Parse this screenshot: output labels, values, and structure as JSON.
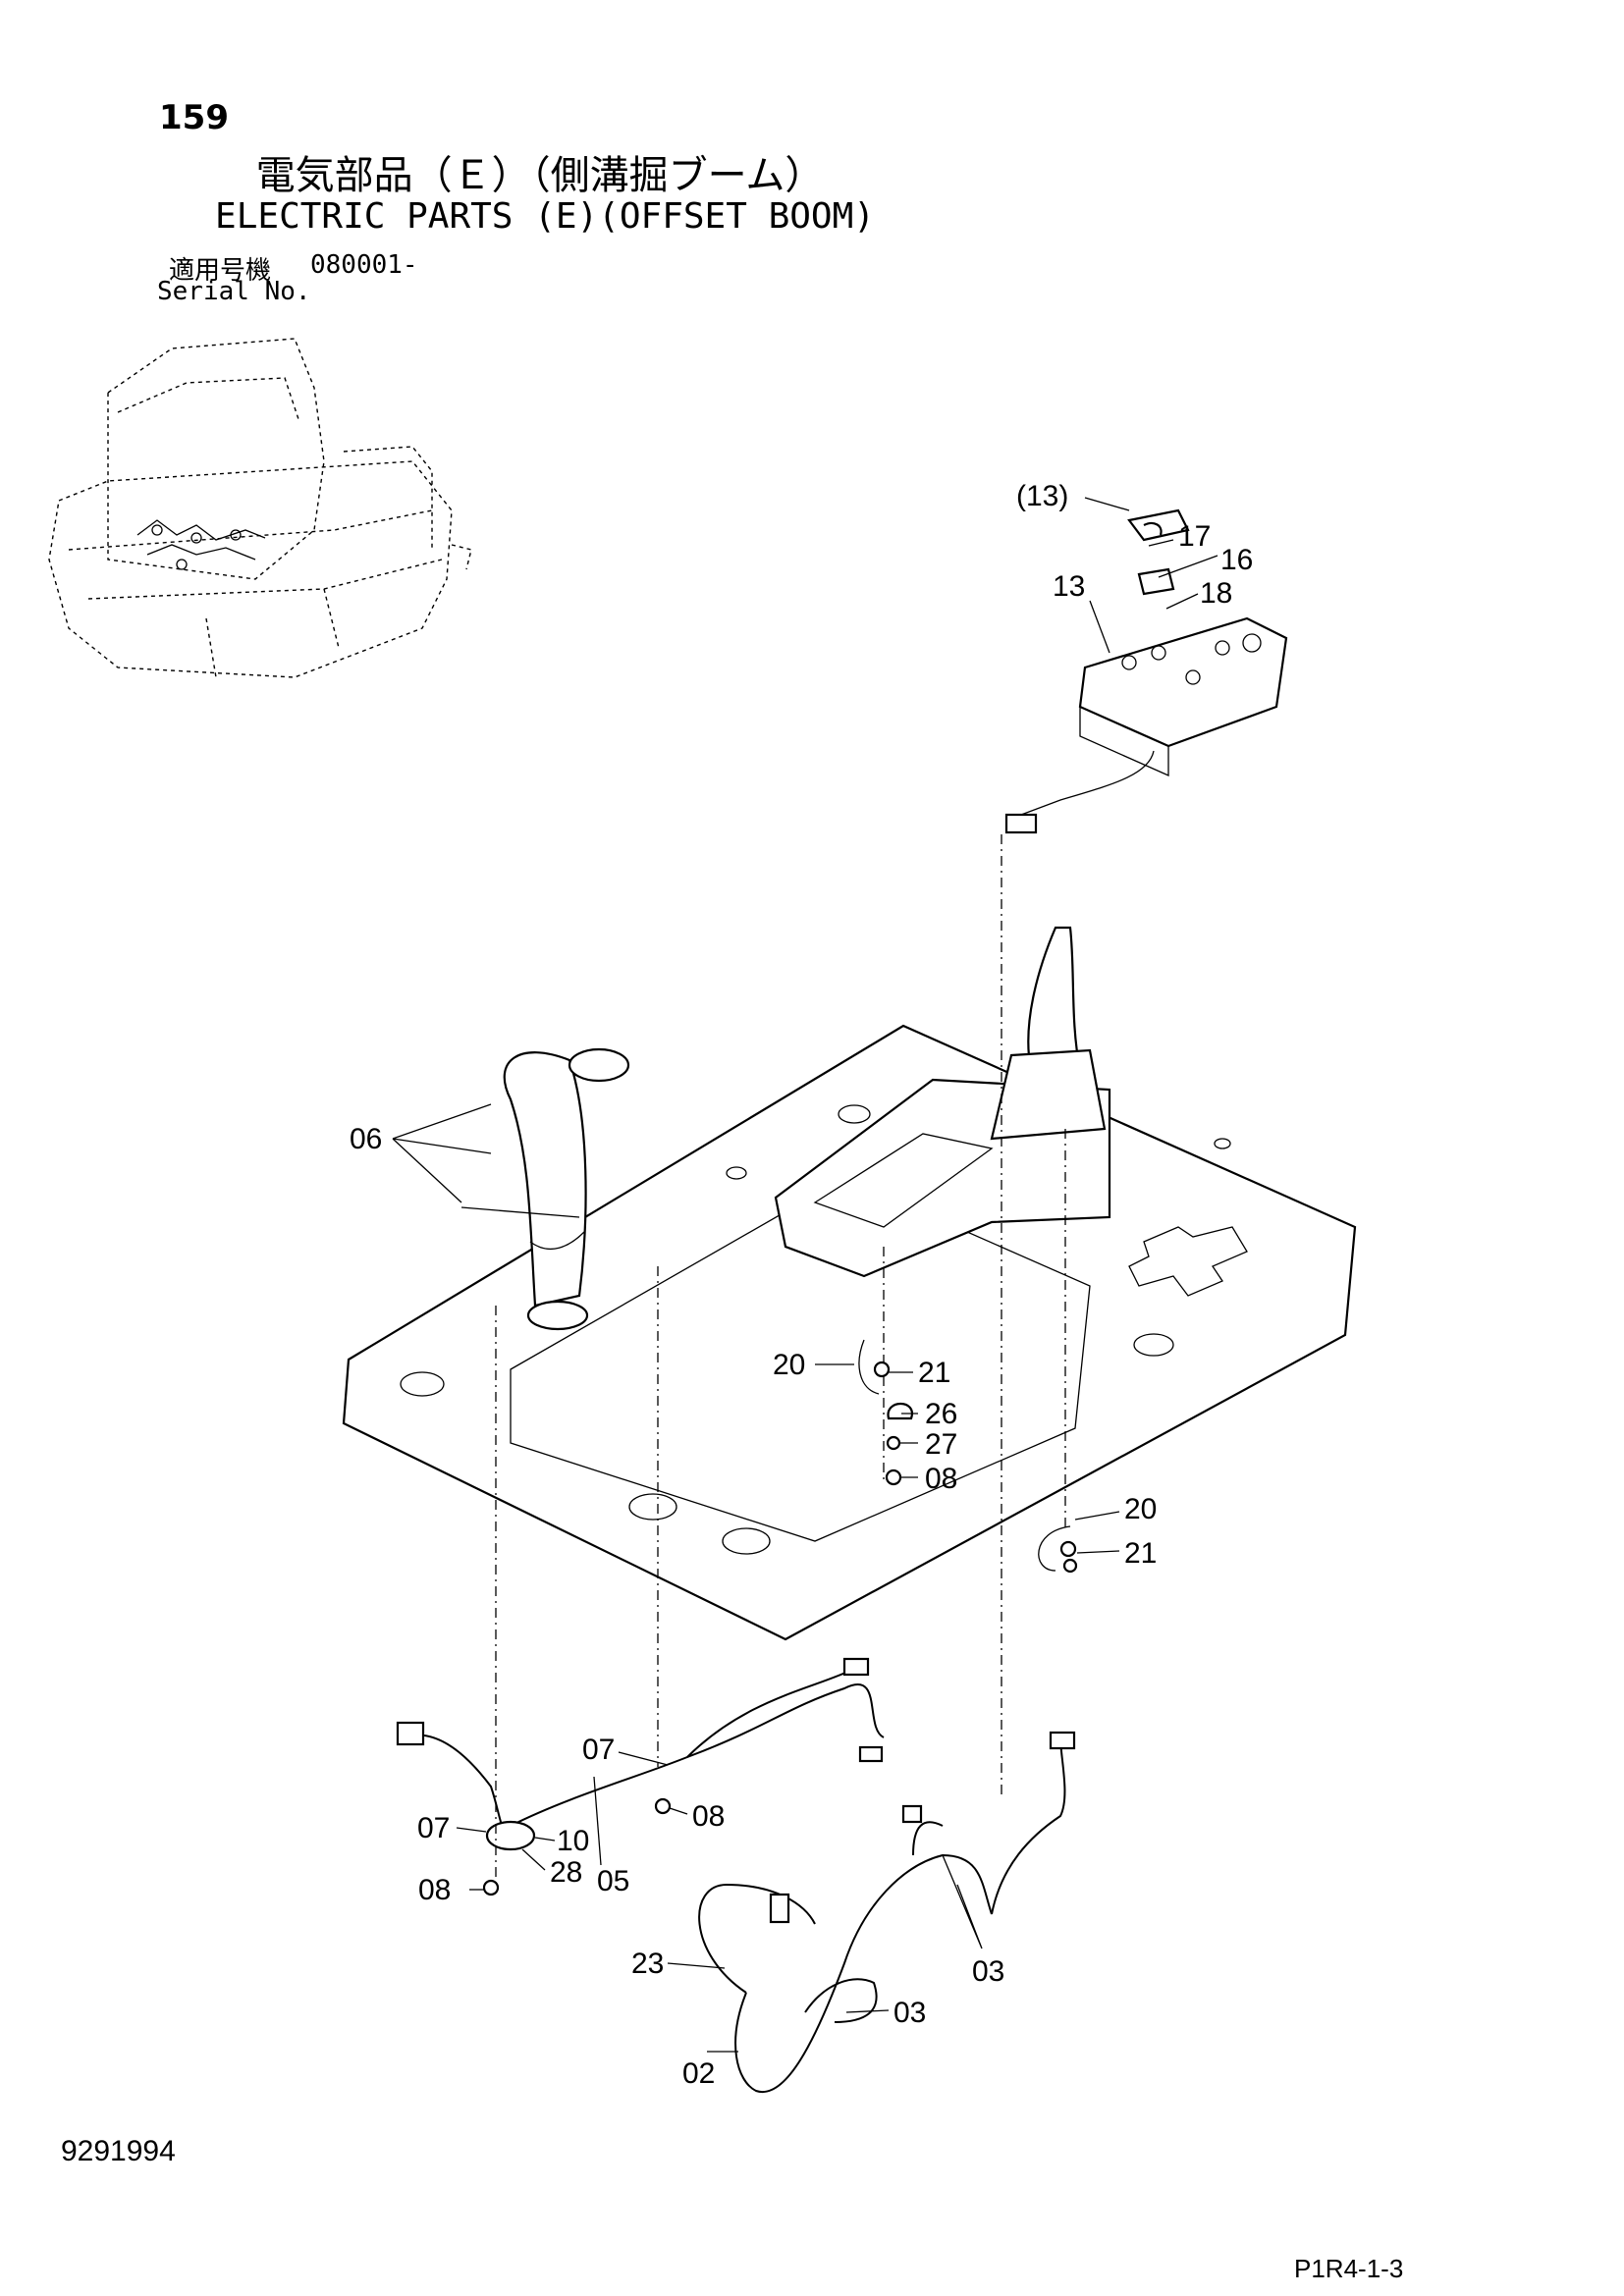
{
  "header": {
    "page_number": "159",
    "title_ja": "電気部品（Ｅ）（側溝掘ブーム）",
    "title_en": "ELECTRIC PARTS (E)(OFFSET BOOM)",
    "serial_label_ja": "適用号機",
    "serial_value": "080001-",
    "serial_label_en": "Serial No."
  },
  "footer": {
    "document_number": "9291994",
    "page_code": "P1R4-1-3"
  },
  "callouts": {
    "c13p": "(13)",
    "c17": "17",
    "c16": "16",
    "c13": "13",
    "c18": "18",
    "c06": "06",
    "c20a": "20",
    "c21a": "21",
    "c26": "26",
    "c27": "27",
    "c08a": "08",
    "c20b": "20",
    "c21b": "21",
    "c07a": "07",
    "c08b": "08",
    "c07b": "07",
    "c10": "10",
    "c28": "28",
    "c05": "05",
    "c08c": "08",
    "c23": "23",
    "c03a": "03",
    "c03b": "03",
    "c02": "02"
  }
}
